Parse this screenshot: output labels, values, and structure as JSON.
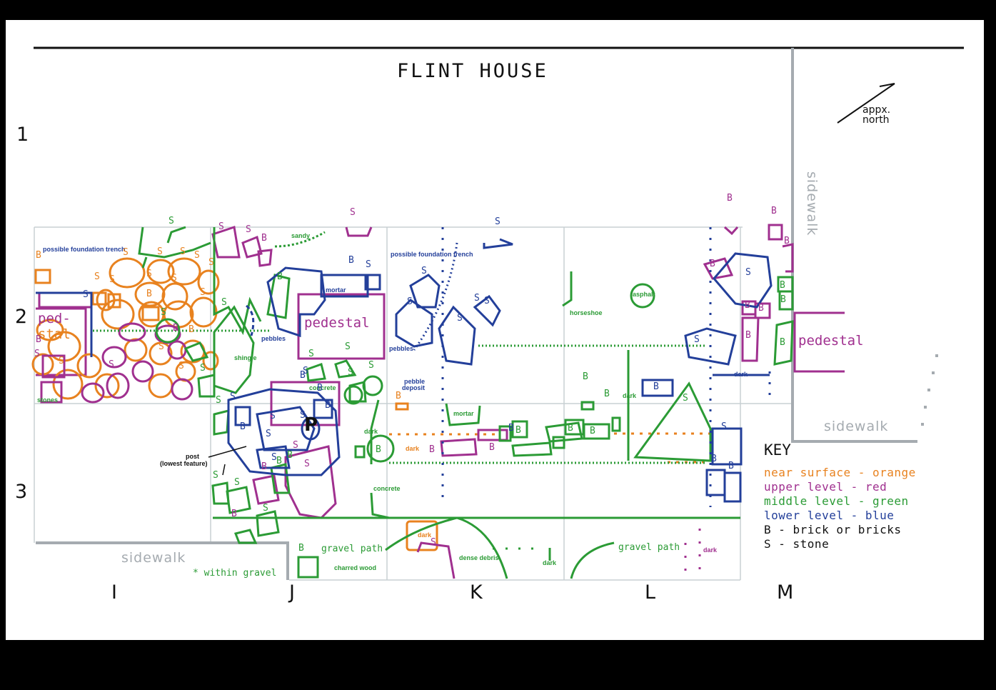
{
  "title": "FLINT HOUSE",
  "rows": [
    "1",
    "2",
    "3"
  ],
  "columns": [
    "I",
    "J",
    "K",
    "L",
    "M"
  ],
  "north_label": [
    "appx.",
    "north"
  ],
  "sidewalk_label": "sidewalk",
  "pedestal_label": "pedestal",
  "pedestal_split": [
    "ped-",
    "stal"
  ],
  "key": {
    "title": "KEY",
    "items": [
      {
        "text": "near surface - orange",
        "color": "#e8821f"
      },
      {
        "text": "upper level - red",
        "color": "#a0308f"
      },
      {
        "text": "middle level - green",
        "color": "#2b9b35"
      },
      {
        "text": "lower level - blue",
        "color": "#233f9a"
      },
      {
        "text": "B - brick or bricks",
        "color": "#111111"
      },
      {
        "text": "S - stone",
        "color": "#111111"
      }
    ]
  },
  "colors": {
    "orange": "#e8821f",
    "red": "#a0308f",
    "green": "#2b9b35",
    "blue": "#233f9a",
    "grid": "#c8d0d4",
    "sidewalk": "#a5abb0"
  },
  "annotations": {
    "foundation_trench_1": "possible foundation trench",
    "foundation_trench_2": "possible foundation trench",
    "sandy": "sandy",
    "mortar_1": "mortar",
    "mortar_2": "mortar",
    "pebbles_1": "pebbles",
    "pebbles_2": "pebbles",
    "shingle": "shingle",
    "stones": "stones",
    "concrete_1": "concrete",
    "concrete_2": "concrete",
    "pebble_deposit": [
      "pebble",
      "deposit"
    ],
    "horseshoe": "horseshoe",
    "asphalt": "asphalt",
    "dark_1": "dark",
    "dark_2": "dark",
    "dark_3": "dark",
    "dark_4": "dark",
    "dark_5": "dark",
    "dark_6": "dark",
    "dark_7": "dark",
    "post": [
      "post",
      "(lowest feature)"
    ],
    "gravel_path_1": "gravel path",
    "gravel_path_2": "gravel path",
    "charred_wood": "charred wood",
    "dense_debris": "dense debris",
    "within_gravel": "* within gravel"
  }
}
